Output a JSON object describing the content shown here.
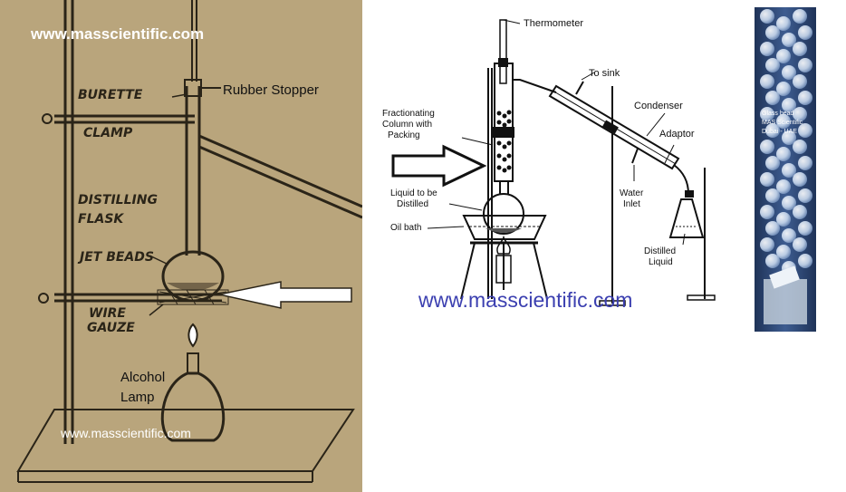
{
  "left_diagram": {
    "watermark_top": "www.masscientific.com",
    "watermark_bottom": "www.masscientific.com",
    "labels": {
      "burette": "BURETTE",
      "clamp": "CLAMP",
      "rubber_stopper": "Rubber Stopper",
      "distilling": "DISTILLING",
      "flask": "FLASK",
      "jet_beads": "JET BEADS",
      "wire": "WIRE",
      "gauze": "GAUZE",
      "alcohol": "Alcohol",
      "lamp": "Lamp"
    },
    "colors": {
      "paper": "#b9a57c",
      "ink": "#2a2418",
      "watermark": "#ffffff",
      "arrow_fill": "#ffffff"
    }
  },
  "middle_diagram": {
    "watermark": "www.masscientific.com",
    "labels": {
      "thermometer": "Thermometer",
      "to_sink": "To sink",
      "condenser": "Condenser",
      "adaptor": "Adaptor",
      "fractionating_1": "Fractionating",
      "fractionating_2": "Column with",
      "fractionating_3": "Packing",
      "liquid_1": "Liquid to be",
      "liquid_2": "Distilled",
      "oil_bath": "Oil bath",
      "water_1": "Water",
      "water_2": "Inlet",
      "distilled_1": "Distilled",
      "distilled_2": "Liquid"
    },
    "colors": {
      "line": "#111111",
      "watermark": "#3b3fb0"
    }
  },
  "right_photo": {
    "caption_1": "Glass bead",
    "caption_2": "MAS Scientific",
    "caption_3": "Dubai - UAE",
    "colors": {
      "background": "#2f4a7a",
      "bead": "#d8e6f5"
    }
  }
}
